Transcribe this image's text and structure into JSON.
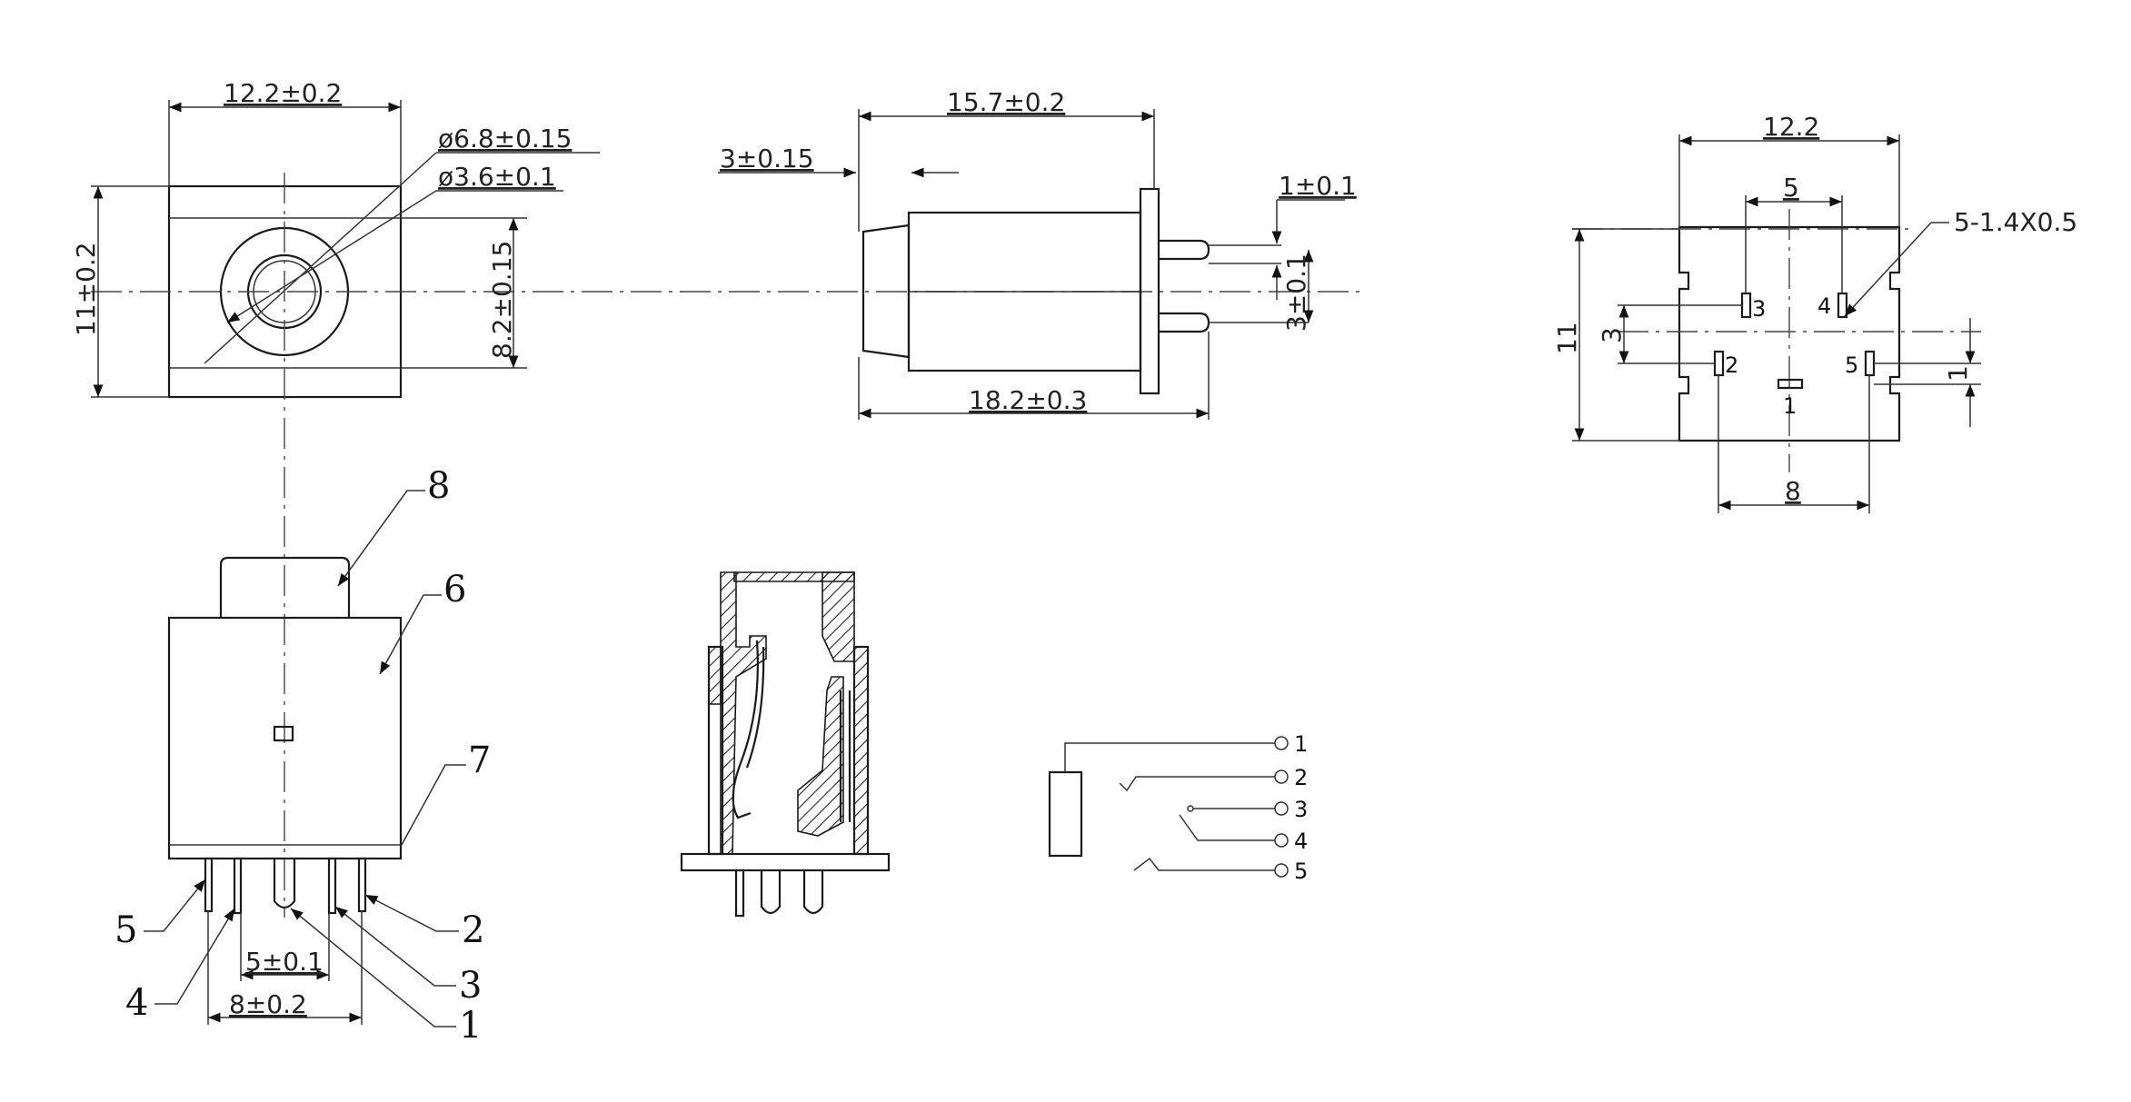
{
  "front_view": {
    "width_dim": "12.2±0.2",
    "height_dim": "11±0.2",
    "outer_diameter": "ø6.8±0.15",
    "inner_diameter": "ø3.6±0.1",
    "center_height": "8.2±0.15"
  },
  "side_view": {
    "body_length": "15.7±0.2",
    "overall_length": "18.2±0.3",
    "flange_offset": "3±0.15",
    "pin_thickness": "1±0.1",
    "pin_spacing": "3±0.1"
  },
  "footprint": {
    "width": "12.2",
    "pin_span_top": "5",
    "pin_span_bottom": "8",
    "height": "11",
    "vertical_offset": "3",
    "slot_height": "1",
    "slot_spec": "5-1.4X0.5",
    "pins": [
      "1",
      "2",
      "3",
      "4",
      "5"
    ]
  },
  "bottom_view": {
    "callouts": [
      "8",
      "6",
      "7",
      "5",
      "4",
      "2",
      "3",
      "1"
    ],
    "pin_pitch": "5±0.1",
    "pin_span": "8±0.2"
  },
  "schematic": {
    "terminals": [
      "1",
      "2",
      "3",
      "4",
      "5"
    ]
  }
}
